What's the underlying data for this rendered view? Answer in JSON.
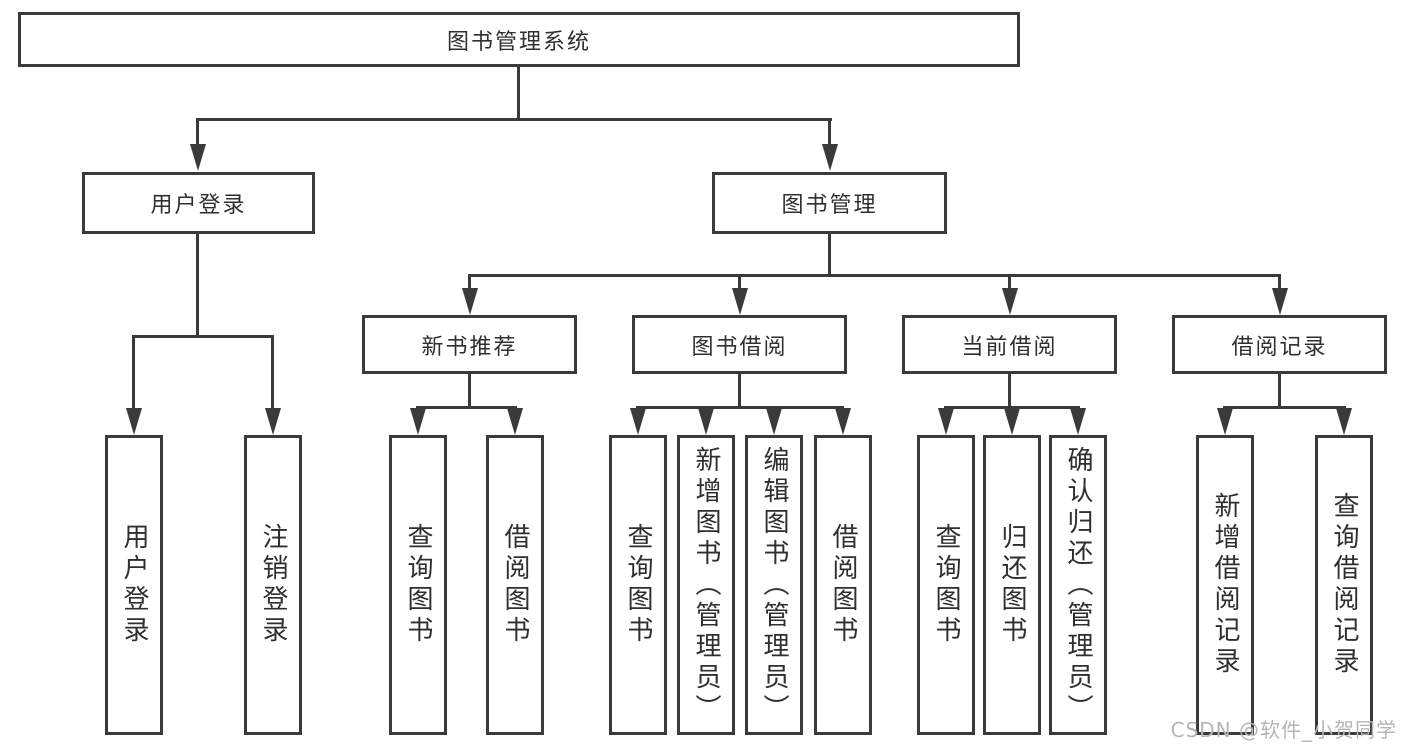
{
  "root": {
    "label": "图书管理系统"
  },
  "level2": [
    {
      "label": "用户登录"
    },
    {
      "label": "图书管理"
    }
  ],
  "level3": [
    {
      "label": "新书推荐"
    },
    {
      "label": "图书借阅"
    },
    {
      "label": "当前借阅"
    },
    {
      "label": "借阅记录"
    }
  ],
  "leaves": {
    "user_login": [
      "用户登录",
      "注销登录"
    ],
    "new_book": [
      "查询图书",
      "借阅图书"
    ],
    "book_borrow": [
      "查询图书",
      "新增图书（管理员）",
      "编辑图书（管理员）",
      "借阅图书"
    ],
    "current_borrow": [
      "查询图书",
      "归还图书",
      "确认归还（管理员）"
    ],
    "borrow_record": [
      "新增借阅记录",
      "查询借阅记录"
    ]
  },
  "watermark": {
    "text": "CSDN @软件_小贺同学"
  },
  "colors": {
    "line": "#3a3a3a",
    "text": "#2f2f2f",
    "watermark": "#b5b5b5"
  }
}
